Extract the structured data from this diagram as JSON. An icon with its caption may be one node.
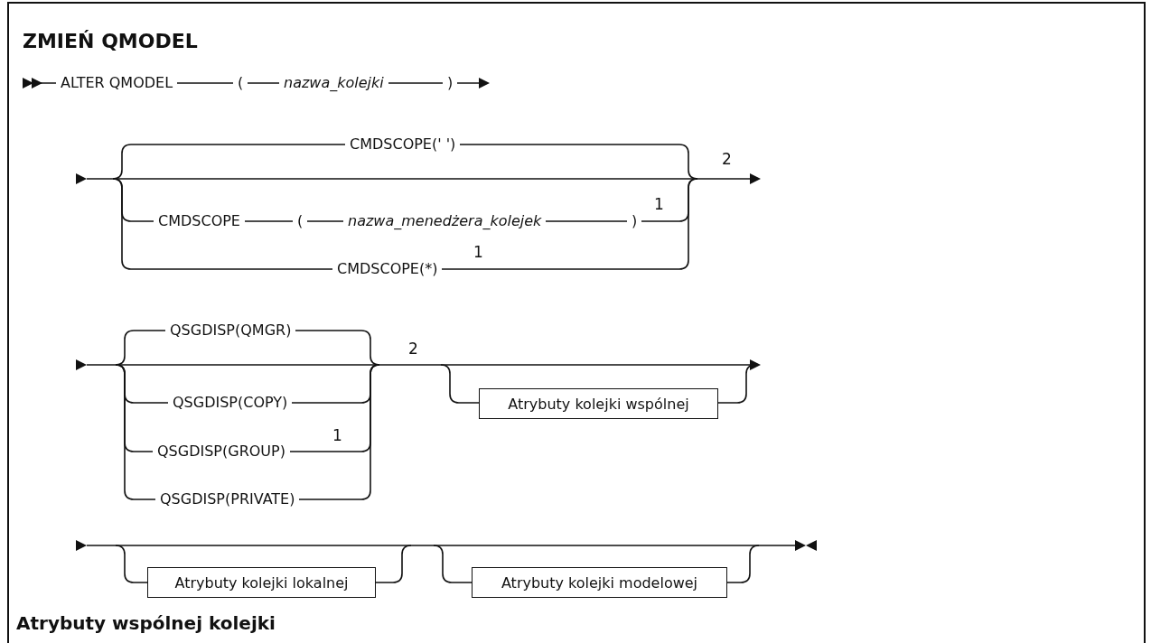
{
  "diagram": {
    "title": "ZMIEŃ QMODEL",
    "nodes": [
      {
        "text": [
          "Atrybuty kolejki wspólnej"
        ]
      },
      {
        "text": [
          "Atrybuty kolejki lokalnej"
        ]
      },
      {
        "text": [
          "Atrybuty kolejki modelowej"
        ]
      }
    ],
    "labels": [
      "ALTER QMODEL",
      "(",
      "nazwa_kolejki",
      ")",
      "CMDSCOPE(' ')",
      "2",
      "CMDSCOPE",
      "(",
      "nazwa_menedżera_kolejek",
      ")",
      "1",
      "CMDSCOPE(*)",
      "1",
      "QSGDISP(QMGR)",
      "2",
      "QSGDISP(COPY)",
      "QSGDISP(GROUP)",
      "1",
      "QSGDISP(PRIVATE)",
      "Atrybuty wspólnej kolejki"
    ]
  }
}
